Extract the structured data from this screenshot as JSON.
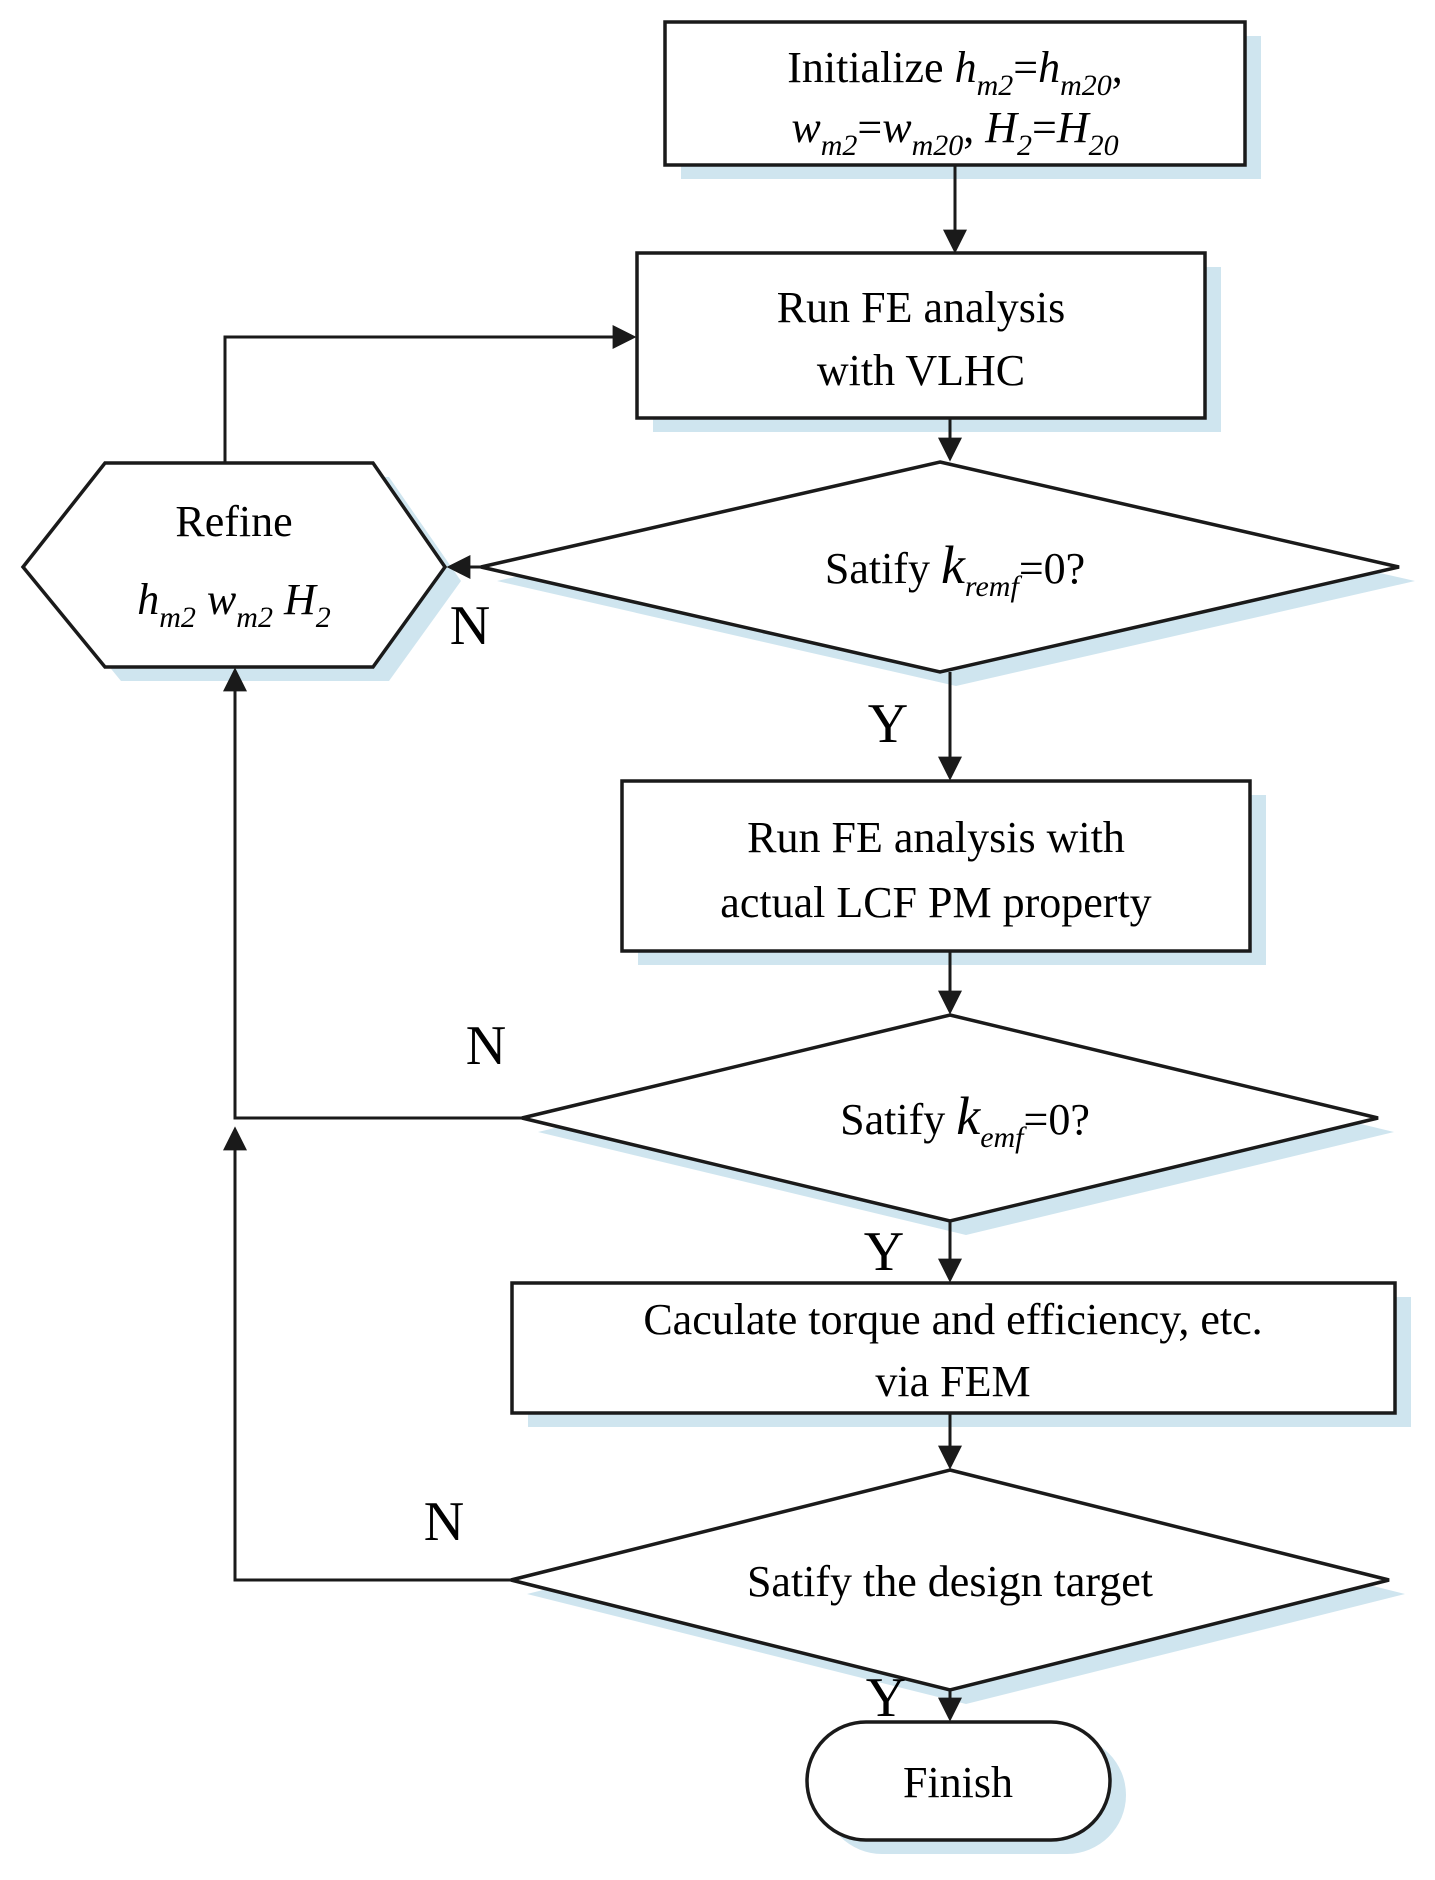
{
  "figure": {
    "type": "flowchart"
  },
  "colors": {
    "shape_fill": "#ffffff",
    "stroke": "#1a1a1a",
    "shadow": "#cfe5ef",
    "text": "#000000"
  },
  "nodes": {
    "init": {
      "l1": {
        "p0": "Initialize ",
        "p1": "h",
        "p2": "m2",
        "p3": "=",
        "p4": "h",
        "p5": "m20",
        "p6": ","
      },
      "l2": {
        "p0": "w",
        "p1": "m2",
        "p2": "=",
        "p3": "w",
        "p4": "m20",
        "p5": ", ",
        "p6": "H",
        "p7": "2",
        "p8": "=",
        "p9": "H",
        "p10": "20"
      }
    },
    "fe_vlhc": {
      "l1": "Run FE analysis",
      "l2": "with VLHC"
    },
    "check_remf": {
      "p0": "Satify ",
      "p1": "k",
      "p2": "remf",
      "p3": "=0?"
    },
    "refine": {
      "l1": "Refine",
      "l2": {
        "p0": "h",
        "p1": "m2",
        "p2": " ",
        "p3": "w",
        "p4": "m2",
        "p5": " ",
        "p6": "H",
        "p7": "2"
      }
    },
    "fe_lcf": {
      "l1": "Run FE analysis with",
      "l2": "actual LCF PM property"
    },
    "check_emf": {
      "p0": "Satify ",
      "p1": "k",
      "p2": "emf",
      "p3": "=0?"
    },
    "calc": {
      "l1": "Caculate torque and efficiency, etc.",
      "l2": "via FEM"
    },
    "check_target": {
      "label": "Satify the design target"
    },
    "finish": {
      "label": "Finish"
    }
  },
  "edge_labels": {
    "y1": "Y",
    "n1": "N",
    "y2": "Y",
    "n2": "N",
    "y3": "Y",
    "n3": "N"
  }
}
